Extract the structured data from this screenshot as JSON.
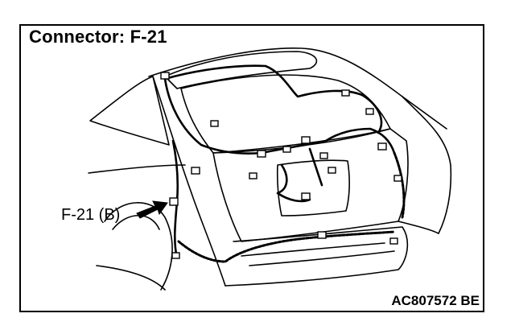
{
  "title": "Connector: F-21",
  "callout_label": "F-21 (B)",
  "figure_code": "AC807572 BE",
  "colors": {
    "line": "#000000",
    "background": "#ffffff"
  }
}
